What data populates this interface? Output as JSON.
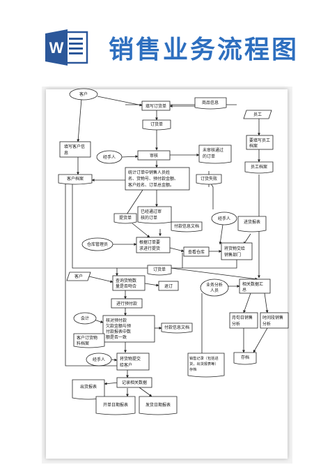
{
  "header": {
    "title": "销售业务流程图",
    "logo_letter": "W"
  },
  "colors": {
    "brand": "#2e6fbf",
    "logo_blue": "#2b579a",
    "line": "#222222"
  },
  "diagram": {
    "customer1": "客户",
    "fill_order": "填写订货单",
    "product_info": "商品信息",
    "order": "订货单",
    "staff": "员工",
    "fill_customer_info": [
      "填写客户信",
      "息"
    ],
    "handler1": "经手人",
    "review": "审核",
    "rejected_order": [
      "未审核通过",
      "的订单"
    ],
    "fill_staff_file": [
      "要填写员工",
      "档案"
    ],
    "customer_file": "客户档案",
    "summary_box": [
      "统计订单中销售人员姓",
      "名、货物号、预付款金额、",
      "客户姓名、订单总金额。"
    ],
    "order_lost": "订货失败",
    "staff_file": "员工档案",
    "approved_order": [
      "已经通过审",
      "核的订单"
    ],
    "pickup_order": "提货单",
    "pay_info_doc1": "付款信息文档",
    "handler2": "经手人",
    "purchase_report": "进货报表",
    "warehouse_manager": "仓库管理员",
    "issue_by_order": [
      "根据订单要",
      "求进行提货"
    ],
    "check_warehouse": "查看仓库",
    "deliver_goods": [
      "将货物交给",
      "销售部门"
    ],
    "order2": "订货单",
    "customer2": "客户",
    "check_quantity": [
      "查询货物数",
      "量是否吻合"
    ],
    "return_goods": "退订",
    "sales_analyst": [
      "业务分析",
      "人员"
    ],
    "related_data_summary": [
      "相关数据汇",
      "总"
    ],
    "prepay": "进行预付款",
    "accountant": "会计",
    "verify_payment": [
      "核对预付款",
      "欠款金额与预",
      "付款报表中数",
      "额是否一致"
    ],
    "pay_info_doc2": "付款信息文档",
    "customer_order_file": [
      "客户订货物",
      "料档案"
    ],
    "monthly_analysis": [
      "月旬日销售",
      "分析"
    ],
    "period_analysis": [
      "时间段销售",
      "分析"
    ],
    "sales_record": [
      "销售记录（包括进",
      "货，出货报表等）",
      "存档"
    ],
    "handler3": "经手人",
    "deliver_to_customer": [
      "将货物提交",
      "给客户"
    ],
    "archive": "存档",
    "record_data": "记录相关数据",
    "shipment_report": "出货报表",
    "issue_date_report": "开单日期报表",
    "ship_date_report": "发货日期报表"
  }
}
